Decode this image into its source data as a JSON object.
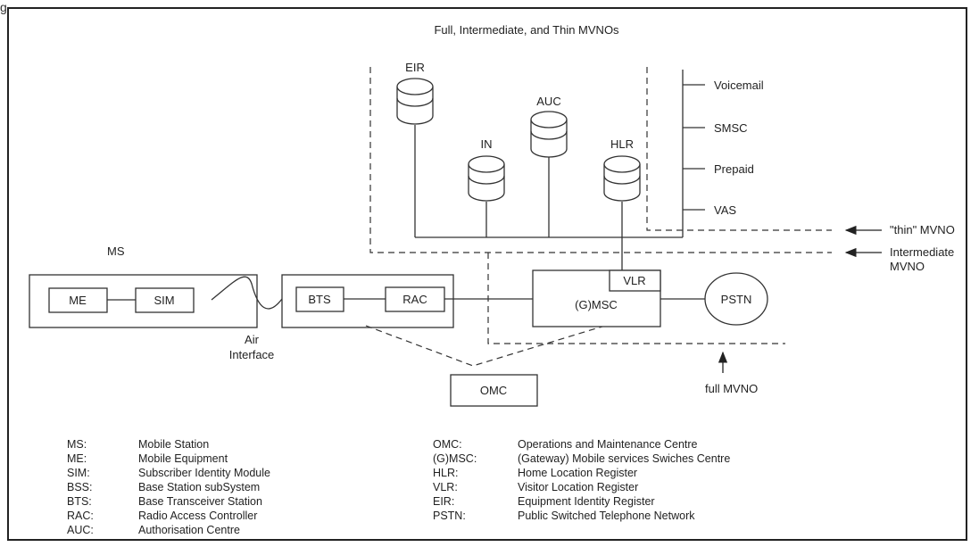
{
  "header_caption": "g",
  "diagram": {
    "title": "Full, Intermediate, and Thin MVNOs",
    "nodes": {
      "ms": "MS",
      "me": "ME",
      "sim": "SIM",
      "bts": "BTS",
      "rac": "RAC",
      "vlr": "VLR",
      "gmsc": "(G)MSC",
      "pstn": "PSTN",
      "omc": "OMC",
      "eir": "EIR",
      "in": "IN",
      "auc": "AUC",
      "hlr": "HLR",
      "voicemail": "Voicemail",
      "smsc": "SMSC",
      "prepaid": "Prepaid",
      "vas": "VAS"
    },
    "annotations": {
      "air_line1": "Air",
      "air_line2": "Interface",
      "thin": "\"thin\" MVNO",
      "intermediate_line1": "Intermediate",
      "intermediate_line2": "MVNO",
      "full": "full MVNO"
    }
  },
  "legend": {
    "left": [
      {
        "abbr": "MS:",
        "desc": "Mobile Station"
      },
      {
        "abbr": "ME:",
        "desc": "Mobile Equipment"
      },
      {
        "abbr": "SIM:",
        "desc": "Subscriber Identity Module"
      },
      {
        "abbr": "BSS:",
        "desc": "Base Station subSystem"
      },
      {
        "abbr": "BTS:",
        "desc": "Base Transceiver Station"
      },
      {
        "abbr": "RAC:",
        "desc": "Radio Access Controller"
      },
      {
        "abbr": "AUC:",
        "desc": "Authorisation Centre"
      }
    ],
    "right": [
      {
        "abbr": "OMC:",
        "desc": "Operations and Maintenance Centre"
      },
      {
        "abbr": "(G)MSC:",
        "desc": "(Gateway) Mobile services Swiches Centre"
      },
      {
        "abbr": "HLR:",
        "desc": "Home Location Register"
      },
      {
        "abbr": "VLR:",
        "desc": "Visitor Location Register"
      },
      {
        "abbr": "EIR:",
        "desc": "Equipment Identity Register"
      },
      {
        "abbr": "PSTN:",
        "desc": "Public Switched Telephone Network"
      }
    ]
  }
}
